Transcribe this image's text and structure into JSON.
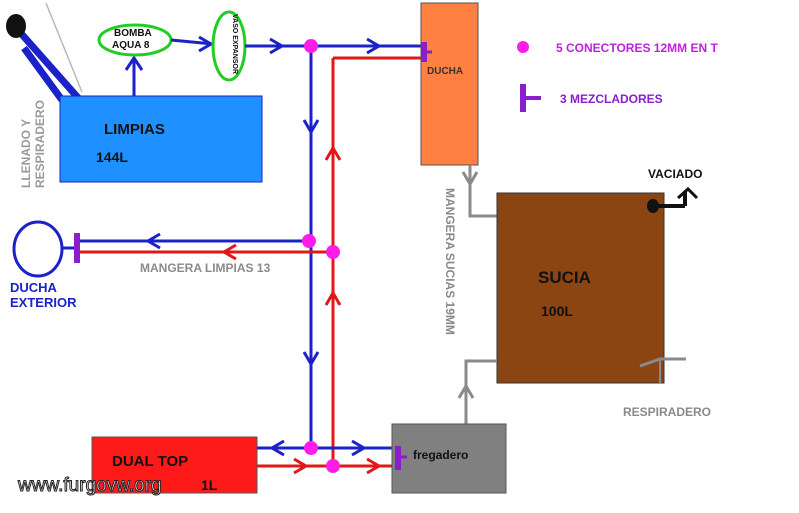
{
  "colors": {
    "clean_pipe": "#1a22c8",
    "hot_pipe": "#e01818",
    "grey_pipe": "#8a8a8a",
    "connector": "#ff1ee8",
    "mixer": "#8a1ecc",
    "tank_clean": "#1e90ff",
    "tank_dual": "#ff1a1a",
    "tank_dirty": "#8b4513",
    "shower_box": "#ff8040",
    "sink_box": "#808080",
    "legend_text": "#c020e0"
  },
  "legend": {
    "connectors": "5 CONECTORES 12MM EN T",
    "mixers": "3 MEZCLADORES"
  },
  "labels": {
    "fill_vent_line1": "LLENADO Y",
    "fill_vent_line2": "RESPIRADERO",
    "pump_line1": "BOMBA",
    "pump_line2": "AQUA 8",
    "expansion_vessel": "VASO EXPANSOR",
    "clean_tank_name": "LIMPIAS",
    "clean_tank_capacity": "144L",
    "shower": "DUCHA",
    "outdoor_shower_line1": "DUCHA",
    "outdoor_shower_line2": "EXTERIOR",
    "clean_hose": "MANGERA LIMPIAS 13",
    "drain": "VACIADO",
    "grey_hose": "MANGERA SUCIAS 19MM",
    "dirty_tank_name": "SUCIA",
    "dirty_tank_capacity": "100L",
    "vent": "RESPIRADERO",
    "heater_name": "DUAL TOP",
    "heater_capacity_partial": "1L",
    "sink": "fregadero"
  },
  "watermark": "www.furgovw.org"
}
